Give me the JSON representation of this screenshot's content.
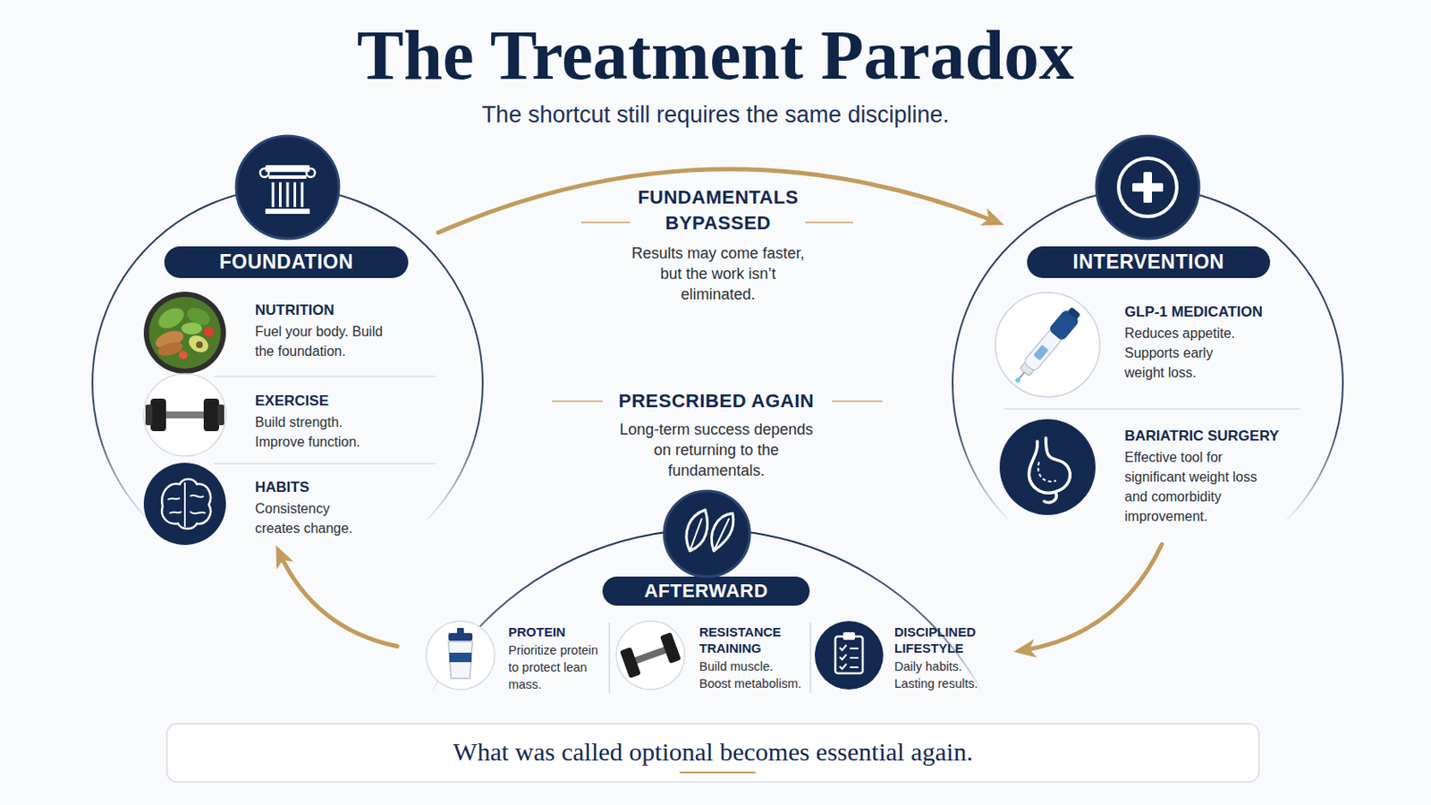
{
  "diagram": {
    "title": "The Treatment Paradox",
    "caption": "What was called optional becomes essential again.",
    "nodes": [
      {
        "text": [
          "FOUNDATION"
        ]
      },
      {
        "text": [
          "NUTRITION",
          "Fuel your body. Build the foundation."
        ],
        "in": 0
      },
      {
        "text": [
          "EXERCISE",
          "Build strength. Improve function."
        ],
        "in": 0
      },
      {
        "text": [
          "HABITS",
          "Consistency creates change."
        ],
        "in": 0
      },
      {
        "text": [
          "INTERVENTION"
        ]
      },
      {
        "text": [
          "GLP-1 MEDICATION",
          "Reduces appetite. Supports early weight loss."
        ],
        "in": 4
      },
      {
        "text": [
          "BARIATRIC SURGERY",
          "Effective tool for significant weight loss and comorbidity improvement."
        ],
        "in": 4
      },
      {
        "text": [
          "AFTERWARD"
        ]
      },
      {
        "text": [
          "PROTEIN",
          "Prioritize protein to protect lean mass."
        ],
        "in": 7
      },
      {
        "text": [
          "RESISTANCE TRAINING",
          "Build muscle. Boost metabolism."
        ],
        "in": 7
      },
      {
        "text": [
          "DISCIPLINED LIFESTYLE",
          "Daily habits. Lasting results."
        ],
        "in": 7
      }
    ],
    "edges": [
      {
        "from": 0,
        "to": 4,
        "arrow": "to"
      },
      {
        "from": 4,
        "to": 7,
        "arrow": "to"
      },
      {
        "from": 7,
        "to": 0,
        "arrow": "to"
      }
    ],
    "labels": [
      "The shortcut still requires the same discipline.",
      "FUNDAMENTALS BYPASSED",
      "Results may come faster, but the work isn’t eliminated.",
      "PRESCRIBED AGAIN",
      "Long-term success depends on returning to the fundamentals."
    ]
  }
}
